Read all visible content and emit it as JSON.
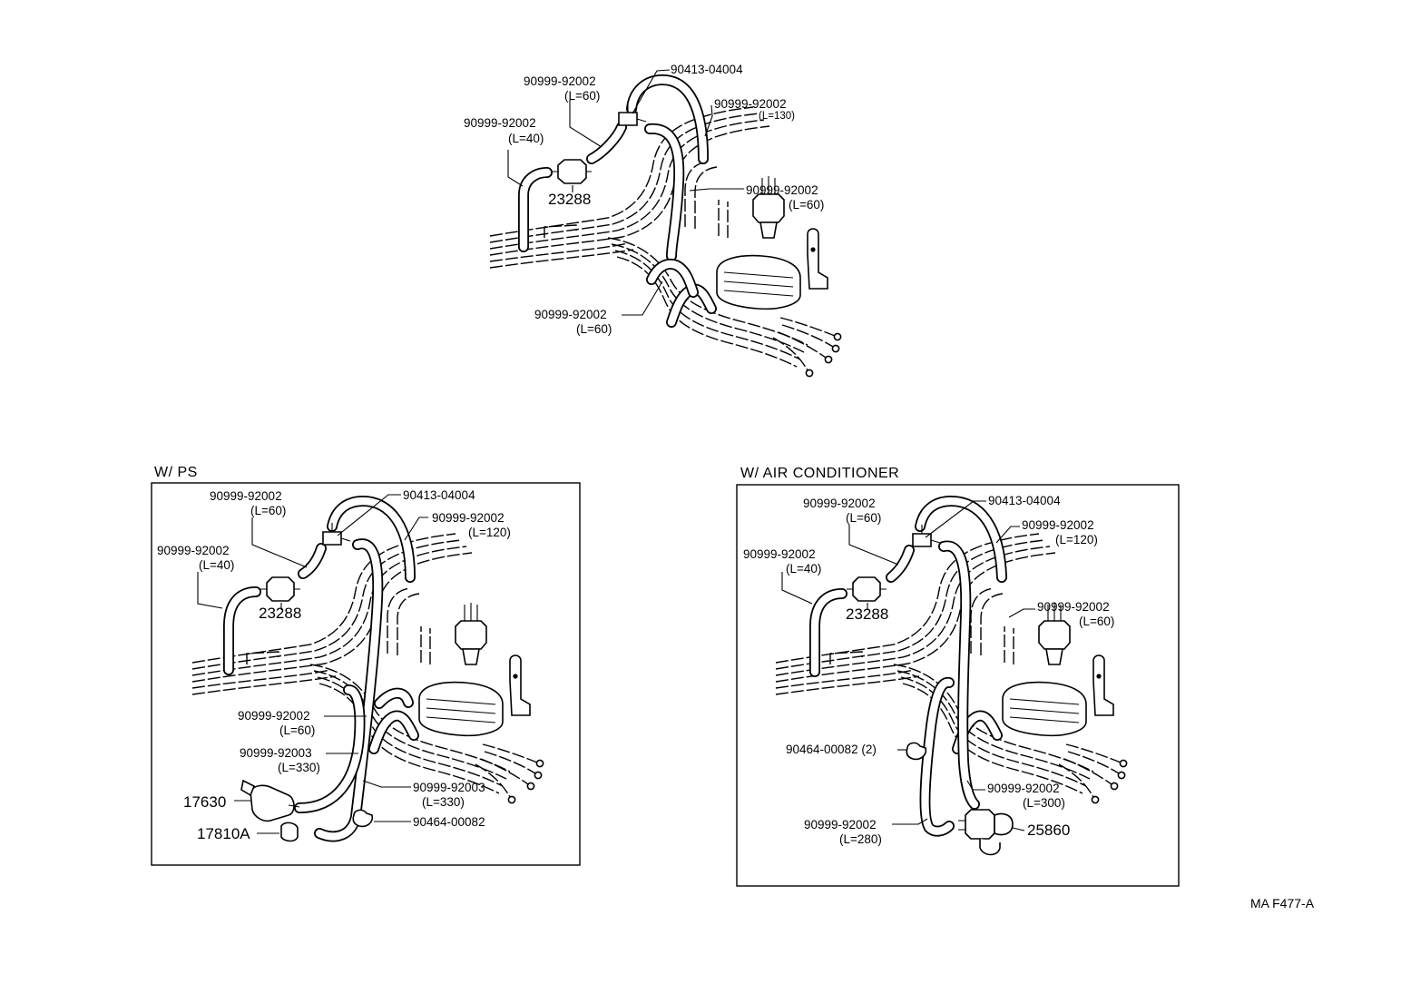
{
  "diagram": {
    "ref_code": "MA F477-A",
    "top": {
      "labels": [
        {
          "id": "t1",
          "text": "90413-04004"
        },
        {
          "id": "t2a",
          "text": "90999-92002"
        },
        {
          "id": "t2b",
          "text": "(L=60)"
        },
        {
          "id": "t3a",
          "text": "90999-92002"
        },
        {
          "id": "t3b",
          "text": "(L=130)"
        },
        {
          "id": "t4a",
          "text": "90999-92002"
        },
        {
          "id": "t4b",
          "text": "(L=40)"
        },
        {
          "id": "t5",
          "text": "23288"
        },
        {
          "id": "t6a",
          "text": "90999-92002"
        },
        {
          "id": "t6b",
          "text": "(L=60)"
        },
        {
          "id": "t7a",
          "text": "90999-92002"
        },
        {
          "id": "t7b",
          "text": "(L=60)"
        }
      ]
    },
    "ps": {
      "title": "W/ PS",
      "labels": [
        {
          "id": "p1",
          "text": "90413-04004"
        },
        {
          "id": "p2a",
          "text": "90999-92002"
        },
        {
          "id": "p2b",
          "text": "(L=60)"
        },
        {
          "id": "p3a",
          "text": "90999-92002"
        },
        {
          "id": "p3b",
          "text": "(L=120)"
        },
        {
          "id": "p4a",
          "text": "90999-92002"
        },
        {
          "id": "p4b",
          "text": "(L=40)"
        },
        {
          "id": "p5",
          "text": "23288"
        },
        {
          "id": "p6a",
          "text": "90999-92002"
        },
        {
          "id": "p6b",
          "text": "(L=60)"
        },
        {
          "id": "p7a",
          "text": "90999-92003"
        },
        {
          "id": "p7b",
          "text": "(L=330)"
        },
        {
          "id": "p8a",
          "text": "90999-92003"
        },
        {
          "id": "p8b",
          "text": "(L=330)"
        },
        {
          "id": "p9",
          "text": "17630"
        },
        {
          "id": "p10",
          "text": "90464-00082"
        },
        {
          "id": "p11",
          "text": "17810A"
        }
      ]
    },
    "ac": {
      "title": "W/ AIR  CONDITIONER",
      "labels": [
        {
          "id": "a1",
          "text": "90413-04004"
        },
        {
          "id": "a2a",
          "text": "90999-92002"
        },
        {
          "id": "a2b",
          "text": "(L=60)"
        },
        {
          "id": "a3a",
          "text": "90999-92002"
        },
        {
          "id": "a3b",
          "text": "(L=120)"
        },
        {
          "id": "a4a",
          "text": "90999-92002"
        },
        {
          "id": "a4b",
          "text": "(L=40)"
        },
        {
          "id": "a5",
          "text": "23288"
        },
        {
          "id": "a6a",
          "text": "90999-92002"
        },
        {
          "id": "a6b",
          "text": "(L=60)"
        },
        {
          "id": "a7",
          "text": "90464-00082 (2)"
        },
        {
          "id": "a8a",
          "text": "90999-92002"
        },
        {
          "id": "a8b",
          "text": "(L=300)"
        },
        {
          "id": "a9a",
          "text": "90999-92002"
        },
        {
          "id": "a9b",
          "text": "(L=280)"
        },
        {
          "id": "a10",
          "text": "25860"
        }
      ]
    }
  }
}
